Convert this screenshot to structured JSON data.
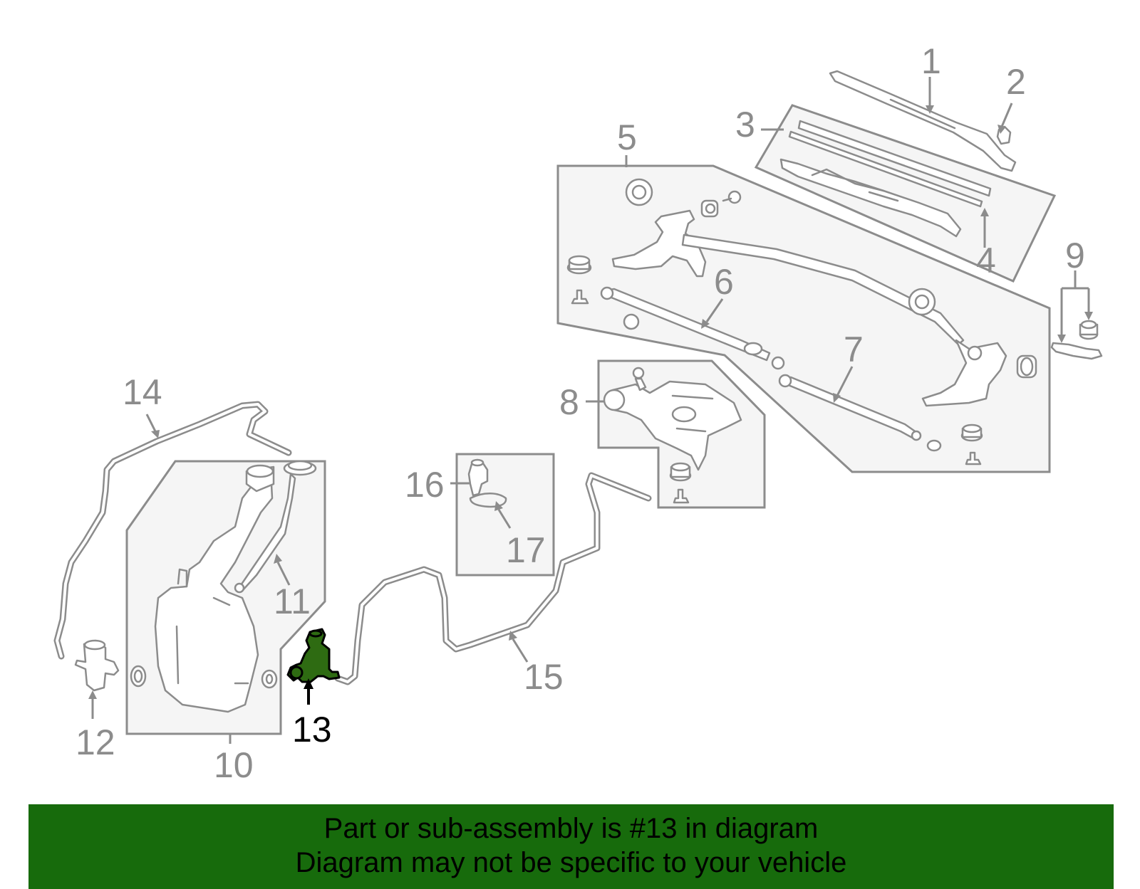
{
  "diagram": {
    "highlighted_part": "13",
    "highlight_color": "#2e6b12",
    "callouts": [
      "1",
      "2",
      "3",
      "4",
      "5",
      "6",
      "7",
      "8",
      "9",
      "10",
      "11",
      "12",
      "13",
      "14",
      "15",
      "16",
      "17"
    ]
  },
  "footer": {
    "background": "#176b0c",
    "line1": "Part or sub-assembly is #13 in diagram",
    "line2": "Diagram may not be specific to your vehicle"
  }
}
